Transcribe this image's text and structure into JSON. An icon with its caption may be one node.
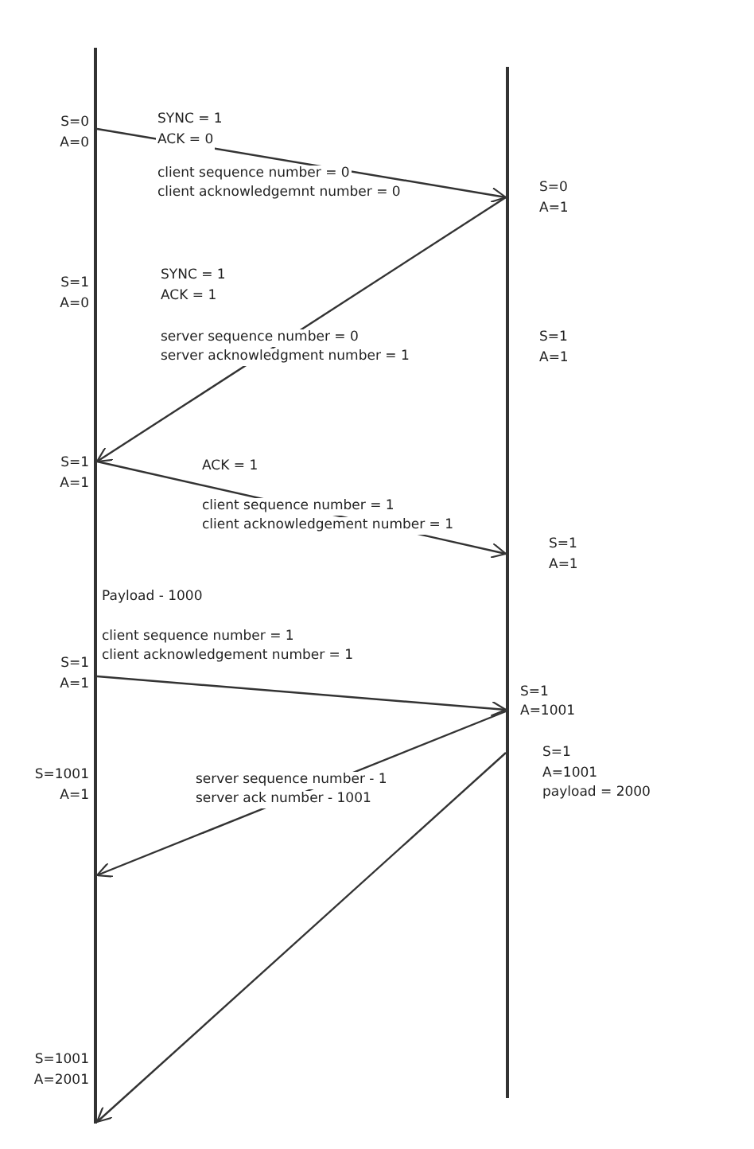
{
  "diagram": {
    "nodes": [
      {
        "text": [],
        "shape": "bar"
      },
      {
        "text": [],
        "shape": "bar"
      }
    ],
    "edges": [
      {
        "from": 0,
        "to": 1,
        "arrow": "to"
      },
      {
        "from": 1,
        "to": 0,
        "arrow": "to"
      },
      {
        "from": 0,
        "to": 1,
        "arrow": "to"
      },
      {
        "from": 0,
        "to": 1,
        "arrow": "to"
      },
      {
        "from": 1,
        "to": 0,
        "arrow": "to"
      },
      {
        "from": 1,
        "to": 0,
        "arrow": "to"
      }
    ],
    "labels": [
      "S=0",
      "A=0",
      "SYNC = 1",
      "ACK = 0",
      "client sequence number = 0",
      "client acknowledgemnt number = 0",
      "S=0",
      "A=1",
      "S=1",
      "A=0",
      "SYNC = 1",
      "ACK = 1",
      "server sequence number = 0",
      "server acknowledgment number = 1",
      "S=1",
      "A=1",
      "S=1",
      "A=1",
      "ACK = 1",
      "client sequence number = 1",
      "client acknowledgement number = 1",
      "S=1",
      "A=1",
      "Payload - 1000",
      "client sequence number = 1",
      "client acknowledgement number = 1",
      "S=1",
      "A=1",
      "S=1",
      "A=1001",
      "S=1",
      "A=1001",
      "payload = 2000",
      "S=1001",
      "A=1",
      "server sequence number - 1",
      "server ack number - 1001",
      "S=1001",
      "A=2001"
    ]
  }
}
